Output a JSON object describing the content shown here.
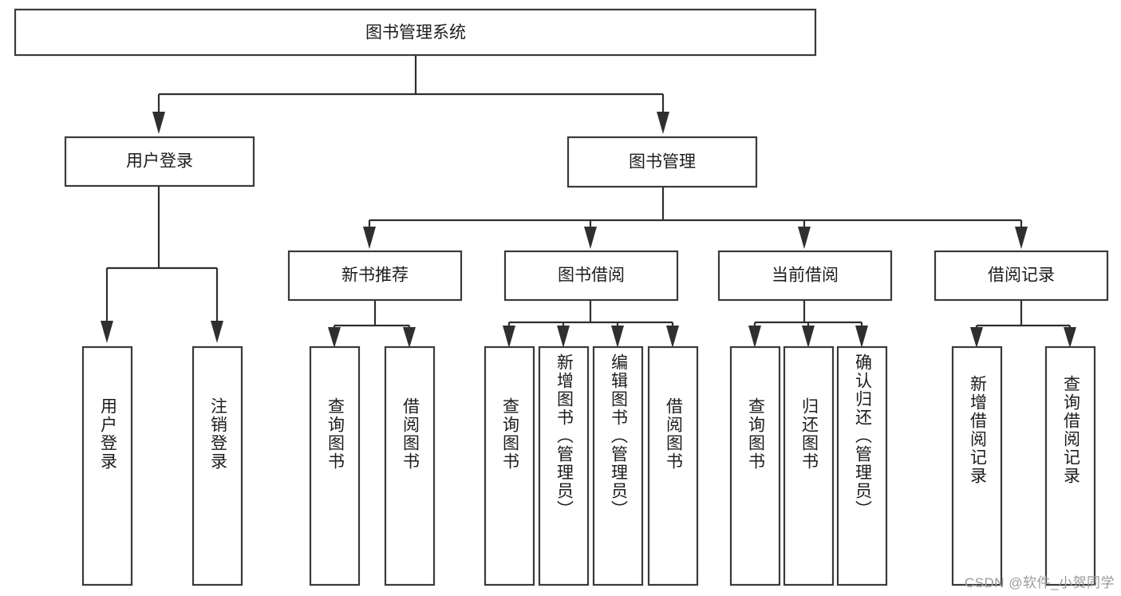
{
  "diagram": {
    "title": "图书管理系统",
    "type": "hierarchy-tree",
    "root": {
      "id": "root",
      "label": "图书管理系统",
      "orientation": "horizontal"
    },
    "level2": [
      {
        "id": "user-login",
        "label": "用户登录",
        "orientation": "horizontal"
      },
      {
        "id": "book-manage",
        "label": "图书管理",
        "orientation": "horizontal"
      }
    ],
    "level3": [
      {
        "id": "new-book-recommend",
        "label": "新书推荐",
        "orientation": "horizontal",
        "parent": "book-manage"
      },
      {
        "id": "book-borrow",
        "label": "图书借阅",
        "orientation": "horizontal",
        "parent": "book-manage"
      },
      {
        "id": "current-borrow",
        "label": "当前借阅",
        "orientation": "horizontal",
        "parent": "book-manage"
      },
      {
        "id": "borrow-record",
        "label": "借阅记录",
        "orientation": "horizontal",
        "parent": "book-manage"
      }
    ],
    "leaves": [
      {
        "id": "leaf-user-login",
        "label": "用户登录",
        "orientation": "vertical",
        "parent": "user-login"
      },
      {
        "id": "leaf-user-logout",
        "label": "注销登录",
        "orientation": "vertical",
        "parent": "user-login"
      },
      {
        "id": "leaf-query-book-1",
        "label": "查询图书",
        "orientation": "vertical",
        "parent": "new-book-recommend"
      },
      {
        "id": "leaf-borrow-book-1",
        "label": "借阅图书",
        "orientation": "vertical",
        "parent": "new-book-recommend"
      },
      {
        "id": "leaf-query-book-2",
        "label": "查询图书",
        "orientation": "vertical",
        "parent": "book-borrow"
      },
      {
        "id": "leaf-add-book",
        "label": "新增图书（管理员）",
        "orientation": "vertical",
        "parent": "book-borrow"
      },
      {
        "id": "leaf-edit-book",
        "label": "编辑图书（管理员）",
        "orientation": "vertical",
        "parent": "book-borrow"
      },
      {
        "id": "leaf-borrow-book-2",
        "label": "借阅图书",
        "orientation": "vertical",
        "parent": "book-borrow"
      },
      {
        "id": "leaf-query-book-3",
        "label": "查询图书",
        "orientation": "vertical",
        "parent": "current-borrow"
      },
      {
        "id": "leaf-return-book",
        "label": "归还图书",
        "orientation": "vertical",
        "parent": "current-borrow"
      },
      {
        "id": "leaf-confirm-return",
        "label": "确认归还（管理员）",
        "orientation": "vertical",
        "parent": "current-borrow"
      },
      {
        "id": "leaf-add-record",
        "label": "新增借阅记录",
        "orientation": "vertical",
        "parent": "borrow-record"
      },
      {
        "id": "leaf-query-record",
        "label": "查询借阅记录",
        "orientation": "vertical",
        "parent": "borrow-record"
      }
    ]
  },
  "watermark": {
    "text": "CSDN @软件_小贺同学"
  },
  "colors": {
    "box_stroke": "#3a3a3a",
    "connector": "#2f2f2f",
    "text": "#1c1c1c",
    "background": "#ffffff",
    "watermark": "#9a9a9a"
  }
}
